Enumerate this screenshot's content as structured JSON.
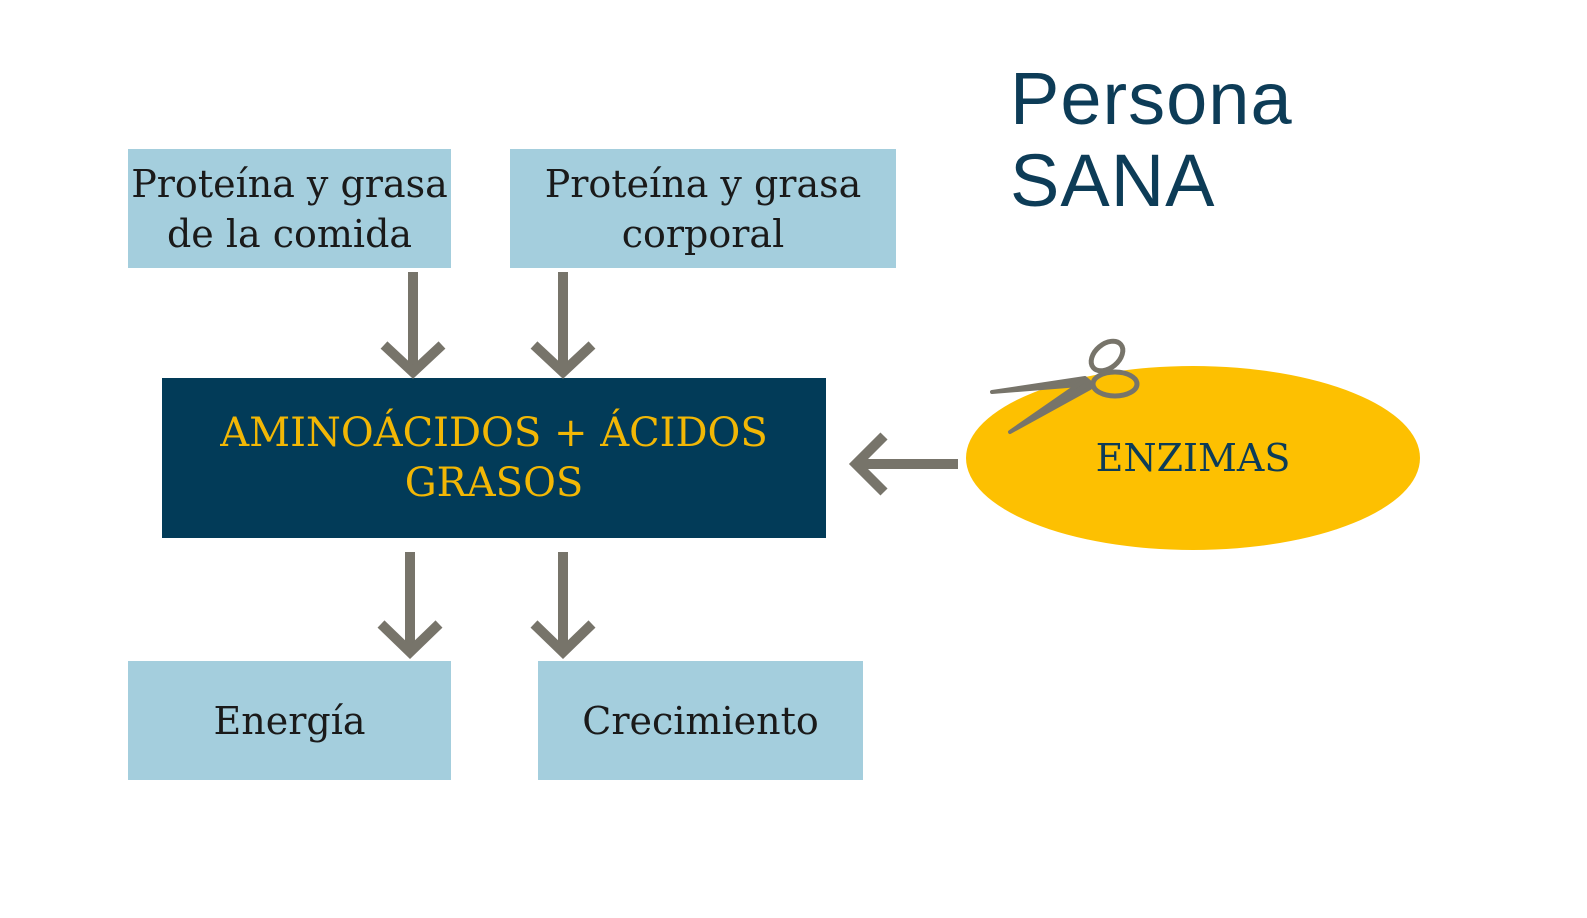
{
  "title": "Persona SANA",
  "boxes": {
    "food": "Proteína y grasa\nde la comida",
    "body_fat": "Proteína y grasa\ncorporal",
    "center": "AMINOÁCIDOS + ÁCIDOS GRASOS",
    "energy": "Energía",
    "growth": "Crecimiento"
  },
  "enzyme": {
    "label": "ENZIMAS",
    "icon": "scissors-icon"
  },
  "colors": {
    "light_box": "#a4cedd",
    "dark_box": "#023b58",
    "center_text": "#f2b705",
    "enzyme_fill": "#fdc001",
    "arrow": "#77746a",
    "title": "#0d3c57"
  }
}
